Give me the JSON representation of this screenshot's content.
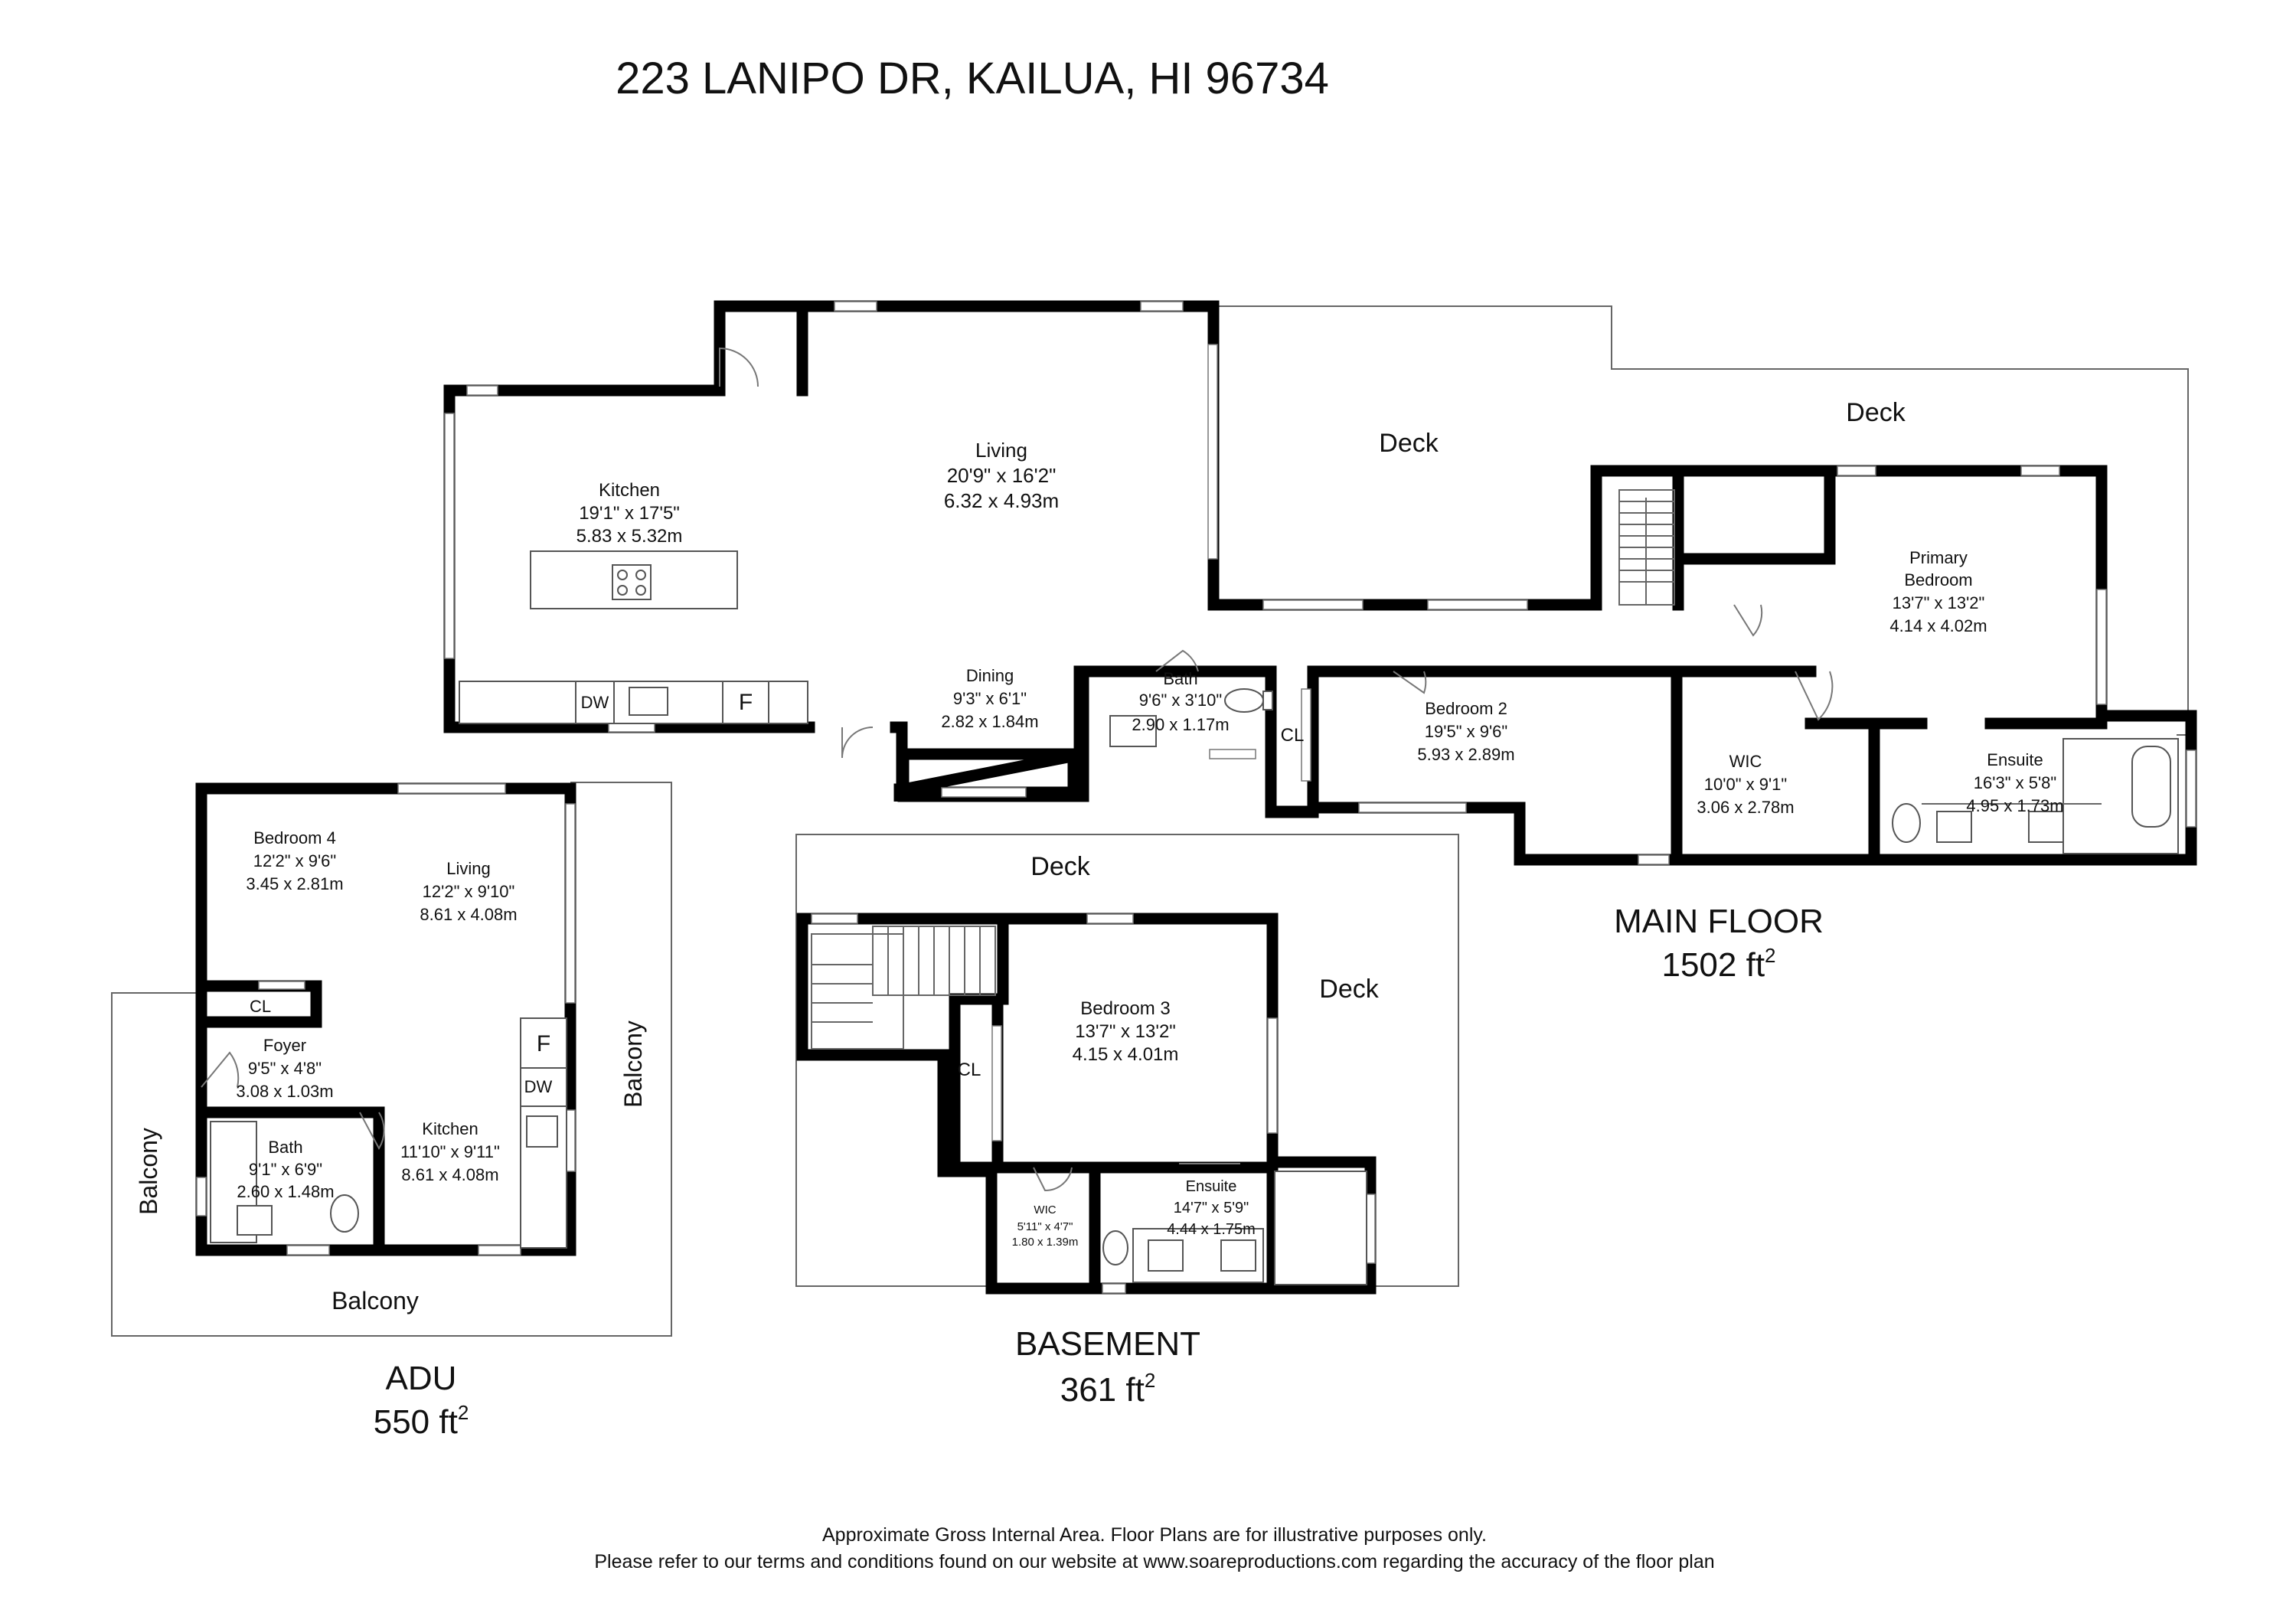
{
  "title": "223 LANIPO DR, KAILUA, HI 96734",
  "floors": [
    {
      "id": "main",
      "name": "MAIN FLOOR",
      "area": "1502 ft",
      "unit_sup": "2"
    },
    {
      "id": "basement",
      "name": "BASEMENT",
      "area": "361 ft",
      "unit_sup": "2"
    },
    {
      "id": "adu",
      "name": "ADU",
      "area": "550 ft",
      "unit_sup": "2"
    }
  ],
  "rooms": {
    "main_kitchen": {
      "name": "Kitchen",
      "dim_imperial": "19'1\" x 17'5\"",
      "dim_metric": "5.83 x 5.32m"
    },
    "main_living": {
      "name": "Living",
      "dim_imperial": "20'9\" x 16'2\"",
      "dim_metric": "6.32 x 4.93m"
    },
    "main_dining": {
      "name": "Dining",
      "dim_imperial": "9'3\" x 6'1\"",
      "dim_metric": "2.82 x 1.84m"
    },
    "main_bath": {
      "name": "Bath",
      "dim_imperial": "9'6\" x 3'10\"",
      "dim_metric": "2.90 x 1.17m"
    },
    "main_bedroom2": {
      "name": "Bedroom 2",
      "dim_imperial": "19'5\" x 9'6\"",
      "dim_metric": "5.93 x 2.89m"
    },
    "main_wic": {
      "name": "WIC",
      "dim_imperial": "10'0\" x 9'1\"",
      "dim_metric": "3.06 x 2.78m"
    },
    "main_ensuite": {
      "name": "Ensuite",
      "dim_imperial": "16'3\" x 5'8\"",
      "dim_metric": "4.95 x 1.73m"
    },
    "main_primary": {
      "name": "Primary",
      "name2": "Bedroom",
      "dim_imperial": "13'7\" x 13'2\"",
      "dim_metric": "4.14 x 4.02m"
    },
    "base_bedroom3": {
      "name": "Bedroom 3",
      "dim_imperial": "13'7\" x 13'2\"",
      "dim_metric": "4.15 x 4.01m"
    },
    "base_ensuite": {
      "name": "Ensuite",
      "dim_imperial": "14'7\" x 5'9\"",
      "dim_metric": "4.44 x 1.75m"
    },
    "base_wic": {
      "name": "WIC",
      "dim_imperial": "5'11\" x 4'7\"",
      "dim_metric": "1.80 x 1.39m"
    },
    "adu_bedroom4": {
      "name": "Bedroom 4",
      "dim_imperial": "12'2\" x 9'6\"",
      "dim_metric": "3.45 x 2.81m"
    },
    "adu_living": {
      "name": "Living",
      "dim_imperial": "12'2\" x 9'10\"",
      "dim_metric": "8.61 x 4.08m"
    },
    "adu_foyer": {
      "name": "Foyer",
      "dim_imperial": "9'5\" x 4'8\"",
      "dim_metric": "3.08 x 1.03m"
    },
    "adu_bath": {
      "name": "Bath",
      "dim_imperial": "9'1\" x 6'9\"",
      "dim_metric": "2.60 x 1.48m"
    },
    "adu_kitchen": {
      "name": "Kitchen",
      "dim_imperial": "11'10\" x 9'11\"",
      "dim_metric": "8.61 x 4.08m"
    }
  },
  "labels": {
    "deck": "Deck",
    "balcony": "Balcony",
    "closet": "CL",
    "dishwasher": "DW",
    "fridge": "F"
  },
  "footer": {
    "line1": "Approximate Gross Internal Area. Floor Plans are for illustrative purposes only.",
    "line2": "Please refer to our terms and conditions found on our website at www.soareproductions.com regarding the accuracy of the floor plan"
  }
}
